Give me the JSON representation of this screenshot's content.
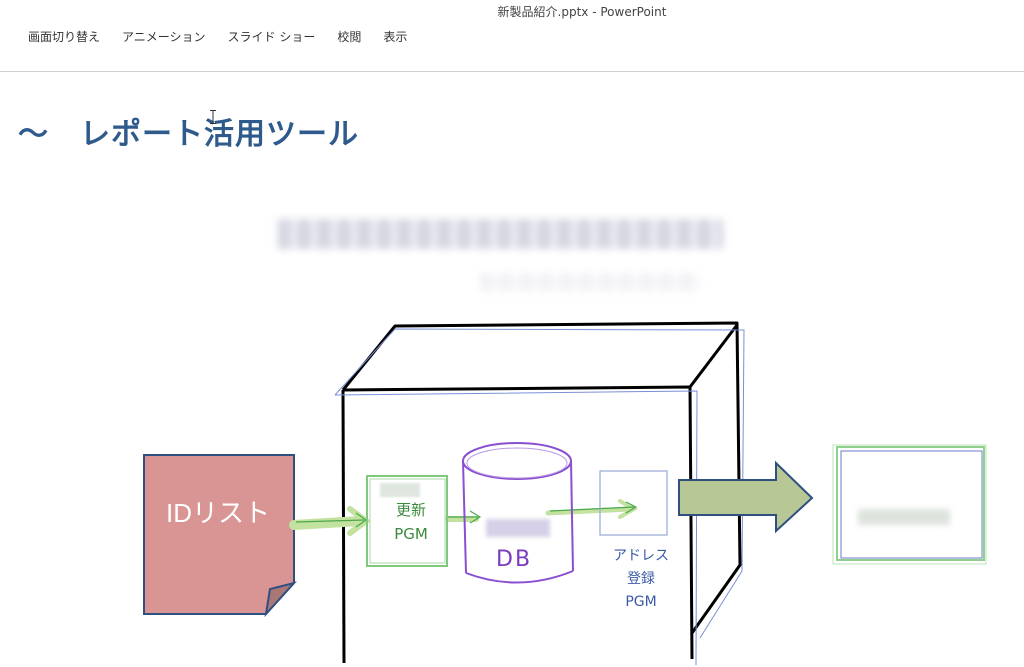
{
  "window": {
    "title": "新製品紹介.pptx - PowerPoint"
  },
  "ribbon": {
    "tabs": [
      {
        "label": "画面切り替え"
      },
      {
        "label": "アニメーション"
      },
      {
        "label": "スライド ショー"
      },
      {
        "label": "校閲"
      },
      {
        "label": "表示"
      }
    ]
  },
  "slide": {
    "title": "～　レポート活用ツール",
    "diagram": {
      "id_list": "IDリスト",
      "update_pgm": "更新\nPGM",
      "update_pgm_line1": "更新",
      "update_pgm_line2": "PGM",
      "db": "DB",
      "address_pgm_line1": "アドレス",
      "address_pgm_line2": "登録",
      "address_pgm_line3": "PGM"
    }
  },
  "colors": {
    "title": "#2f5a8c",
    "id_list_fill": "#d99594",
    "id_list_border": "#2f4f7f",
    "arrow_green": "#c3e2a0",
    "big_arrow_fill": "#b7c896",
    "big_arrow_border": "#2f4f7f",
    "db_purple": "#8a4fd0"
  }
}
